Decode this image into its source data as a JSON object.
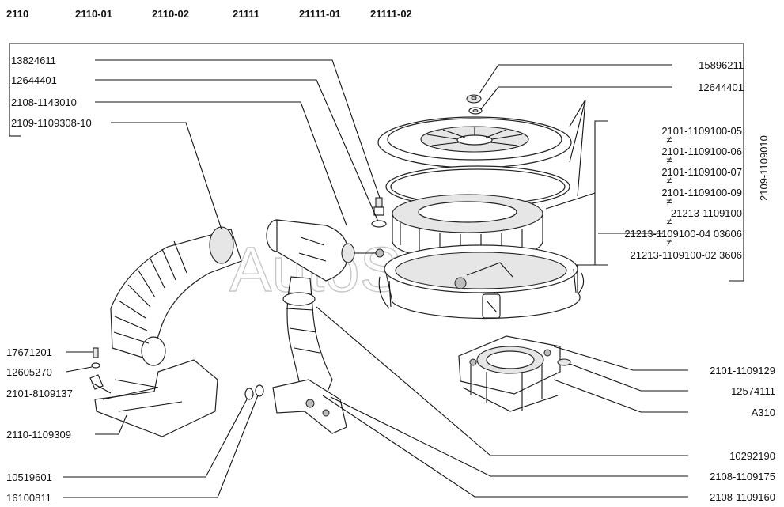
{
  "header": {
    "models": [
      "2110",
      "2110-01",
      "2110-02",
      "21111",
      "21111-01",
      "21111-02"
    ]
  },
  "assembly_code": "2109-1109010",
  "watermark": "AutoSoft",
  "labels_left": [
    "13824611",
    "12644401",
    "2108-1143010",
    "2109-1109308-10",
    "17671201",
    "12605270",
    "2101-8109137",
    "2110-1109309",
    "10519601",
    "16100811"
  ],
  "labels_right": [
    "15896211",
    "12644401",
    "2101-1109129",
    "12574111",
    "A310",
    "10292190",
    "2108-1109175",
    "2108-1109160"
  ],
  "filter_alternatives": [
    "2101-1109100-05",
    "2101-1109100-06",
    "2101-1109100-07",
    "2101-1109100-09",
    "21213-1109100",
    "21213-1109100-04 03606",
    "21213-1109100-02 3606"
  ],
  "alt_mark": "≠"
}
